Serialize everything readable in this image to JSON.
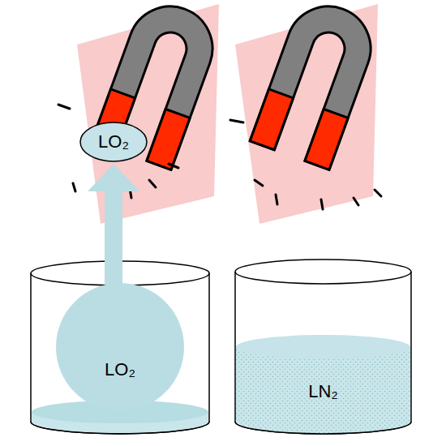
{
  "diagram": {
    "nodes": [
      {
        "text": [
          "LO₂"
        ]
      },
      {
        "text": [
          "LO₂"
        ]
      },
      {
        "text": [
          "LN₂"
        ]
      }
    ],
    "edges": [
      {
        "from": 1,
        "to": 0,
        "arrow": "to"
      }
    ]
  }
}
